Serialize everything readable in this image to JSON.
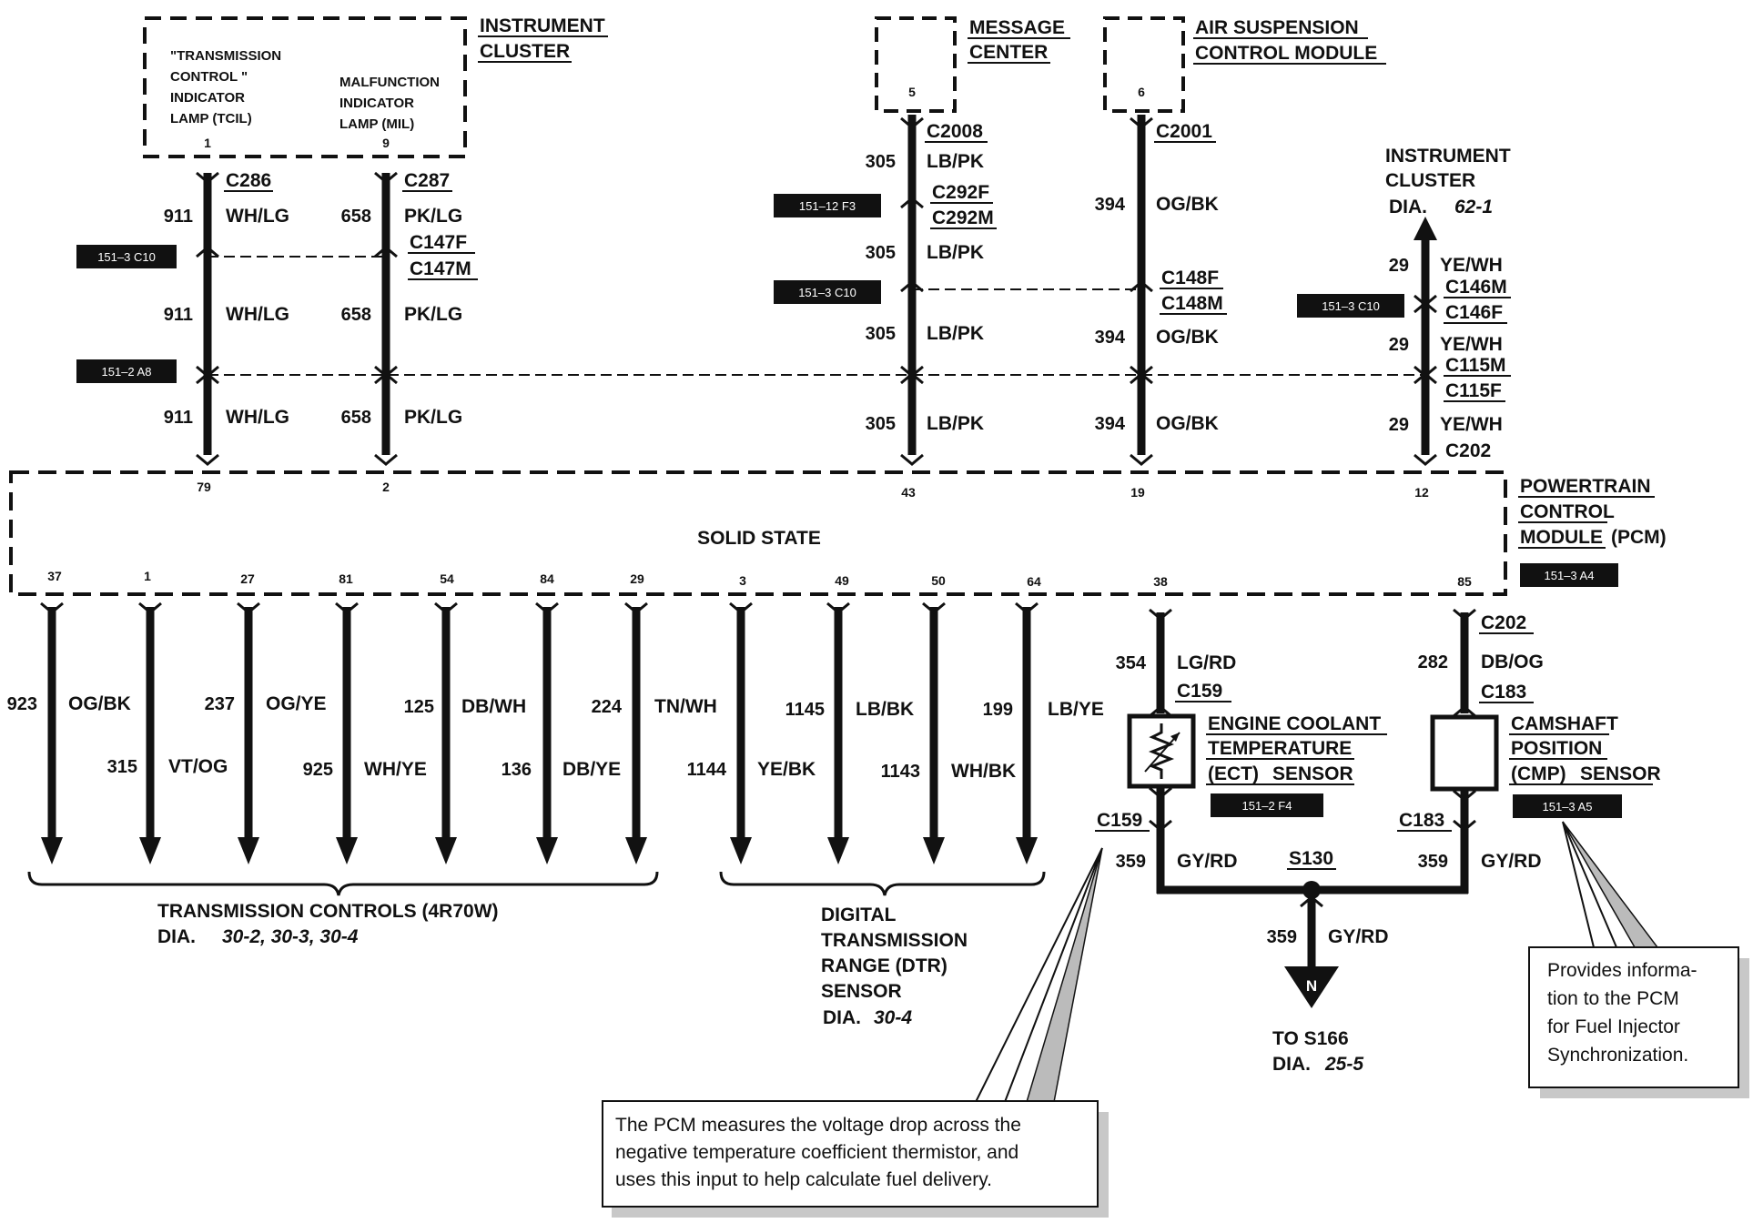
{
  "components": {
    "instrument_cluster_top": {
      "title": [
        "INSTRUMENT",
        "CLUSTER"
      ],
      "tcil": [
        "\"TRANSMISSION",
        "CONTROL \"",
        "INDICATOR",
        "LAMP (TCIL)"
      ],
      "mil": [
        "MALFUNCTION",
        "INDICATOR",
        "LAMP (MIL)"
      ],
      "pin_tcil": "1",
      "pin_mil": "9"
    },
    "message_center": {
      "title": [
        "MESSAGE",
        "CENTER"
      ],
      "pin": "5"
    },
    "air_suspension": {
      "title": [
        "AIR SUSPENSION",
        "CONTROL MODULE"
      ],
      "pin": "6"
    },
    "instrument_cluster_right": {
      "title": [
        "INSTRUMENT",
        "CLUSTER"
      ],
      "dia_label": "DIA.",
      "dia_ref": "62-1"
    },
    "pcm": {
      "title": [
        "POWERTRAIN",
        "CONTROL",
        "MODULE"
      ],
      "title_suffix": "(PCM)",
      "body": "SOLID STATE",
      "ref": "151–3 A4",
      "top_pins": [
        "79",
        "2",
        "43",
        "19",
        "12"
      ],
      "bottom_pins": [
        "37",
        "1",
        "27",
        "81",
        "54",
        "84",
        "29",
        "3",
        "49",
        "50",
        "64",
        "38",
        "85"
      ]
    },
    "ect_sensor": {
      "title": [
        "ENGINE COOLANT",
        "TEMPERATURE"
      ],
      "title3_prefix": "(ECT)",
      "title3_word": "SENSOR",
      "ref": "151–2 F4"
    },
    "cmp_sensor": {
      "title": [
        "CAMSHAFT",
        "POSITION"
      ],
      "title3_prefix": "(CMP)",
      "title3_word": "SENSOR",
      "ref": "151–3 A5"
    }
  },
  "refs": {
    "r1": "151–3 C10",
    "r2": "151–2 A8",
    "r3": "151–12 F3",
    "r4": "151–3 C10",
    "r5": "151–3 C10"
  },
  "top_wires": {
    "w911": {
      "num": "911",
      "color": "WH/LG",
      "c1": "C286"
    },
    "w658": {
      "num": "658",
      "color": "PK/LG",
      "c1": "C287",
      "c2a": "C147F",
      "c2b": "C147M"
    },
    "w305": {
      "num": "305",
      "color": "LB/PK",
      "c1": "C2008",
      "c2a": "C292F",
      "c2b": "C292M"
    },
    "w394": {
      "num": "394",
      "color": "OG/BK",
      "c1": "C2001",
      "c2a": "C148F",
      "c2b": "C148M"
    },
    "w29": {
      "num": "29",
      "color": "YE/WH",
      "c2a": "C146M",
      "c2b": "C146F",
      "c3a": "C115M",
      "c3b": "C115F",
      "c4": "C202"
    }
  },
  "bottom_wires": [
    {
      "num": "923",
      "color": "OG/BK"
    },
    {
      "num": "315",
      "color": "VT/OG"
    },
    {
      "num": "237",
      "color": "OG/YE"
    },
    {
      "num": "925",
      "color": "WH/YE"
    },
    {
      "num": "125",
      "color": "DB/WH"
    },
    {
      "num": "136",
      "color": "DB/YE"
    },
    {
      "num": "224",
      "color": "TN/WH"
    },
    {
      "num": "1144",
      "color": "YE/BK"
    },
    {
      "num": "1145",
      "color": "LB/BK"
    },
    {
      "num": "1143",
      "color": "WH/BK"
    },
    {
      "num": "199",
      "color": "LB/YE"
    }
  ],
  "ect_wires": {
    "w354": "354",
    "c354": "LG/RD",
    "conn_top": "C159",
    "conn_bottom": "C159",
    "w359": "359",
    "c359": "GY/RD"
  },
  "cmp_wires": {
    "w282": "282",
    "c282": "DB/OG",
    "conn_top1": "C202",
    "conn_top2": "C183",
    "conn_bottom": "C183",
    "w359": "359",
    "c359": "GY/RD"
  },
  "splice": {
    "name": "S130",
    "w359": "359",
    "c359": "GY/RD",
    "n_label": "N",
    "to": "TO S166",
    "dia_label": "DIA.",
    "dia_ref": "25-5"
  },
  "groups": {
    "trans": {
      "title": "TRANSMISSION CONTROLS (4R70W)",
      "dia_label": "DIA.",
      "dia_ref": "30-2, 30-3, 30-4"
    },
    "dtr": {
      "title": [
        "DIGITAL",
        "TRANSMISSION",
        "RANGE (DTR)",
        "SENSOR"
      ],
      "dia_label": "DIA.",
      "dia_ref": "30-4"
    }
  },
  "notes": {
    "pcm_note": [
      "The PCM measures the voltage drop across the",
      "negative temperature coefficient thermistor, and",
      "uses this input to help calculate fuel delivery."
    ],
    "cmp_note": [
      "Provides informa-",
      "tion to the PCM",
      "for Fuel Injector",
      "Synchronization."
    ]
  }
}
